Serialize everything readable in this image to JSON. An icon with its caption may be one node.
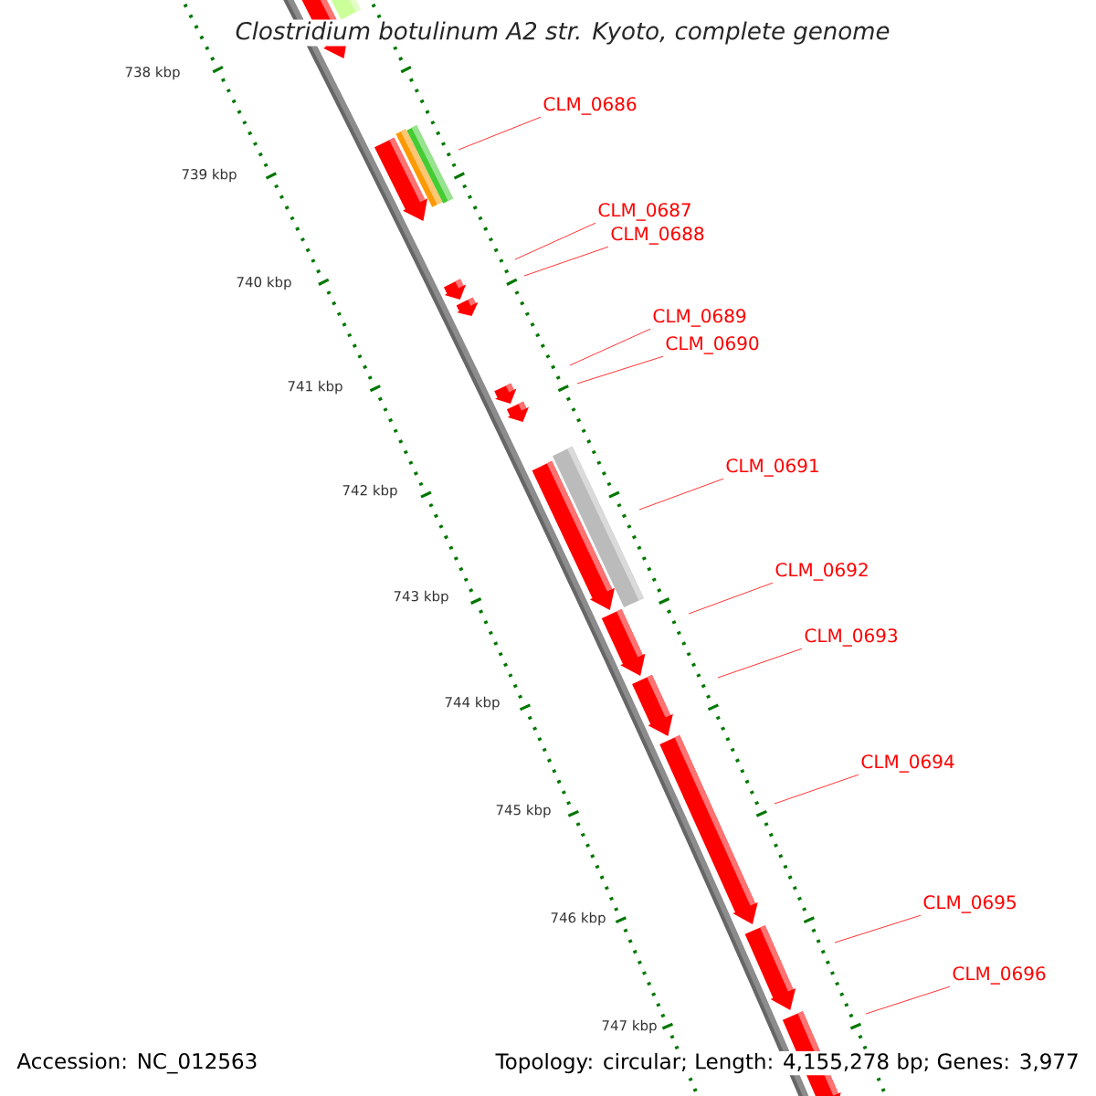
{
  "diagram": {
    "title": "Clostridium botulinum A2 str. Kyoto, complete genome",
    "nodes": [
      {
        "text": [
          "CLM_0686"
        ]
      },
      {
        "text": [
          "CLM_0687"
        ]
      },
      {
        "text": [
          "CLM_0688"
        ]
      },
      {
        "text": [
          "CLM_0689"
        ]
      },
      {
        "text": [
          "CLM_0690"
        ]
      },
      {
        "text": [
          "CLM_0691"
        ]
      },
      {
        "text": [
          "CLM_0692"
        ]
      },
      {
        "text": [
          "CLM_0693"
        ]
      },
      {
        "text": [
          "CLM_0694"
        ]
      },
      {
        "text": [
          "CLM_0695"
        ]
      },
      {
        "text": [
          "CLM_0696"
        ]
      }
    ],
    "edges": [
      {
        "from": 0,
        "to": null,
        "arrow": "none"
      },
      {
        "from": 1,
        "to": null,
        "arrow": "none"
      },
      {
        "from": 2,
        "to": null,
        "arrow": "none"
      },
      {
        "from": 3,
        "to": null,
        "arrow": "none"
      },
      {
        "from": 4,
        "to": null,
        "arrow": "none"
      },
      {
        "from": 5,
        "to": null,
        "arrow": "none"
      },
      {
        "from": 6,
        "to": null,
        "arrow": "none"
      },
      {
        "from": 7,
        "to": null,
        "arrow": "none"
      },
      {
        "from": 8,
        "to": null,
        "arrow": "none"
      },
      {
        "from": 9,
        "to": null,
        "arrow": "none"
      },
      {
        "from": 10,
        "to": null,
        "arrow": "none"
      }
    ],
    "labels": [
      "738 kbp",
      "739 kbp",
      "740 kbp",
      "741 kbp",
      "742 kbp",
      "743 kbp",
      "744 kbp",
      "745 kbp",
      "746 kbp",
      "747 kbp",
      "Accession: NC_012563",
      "Topology: circular; Length: 4,155,278 bp; Genes: 3,977"
    ]
  }
}
